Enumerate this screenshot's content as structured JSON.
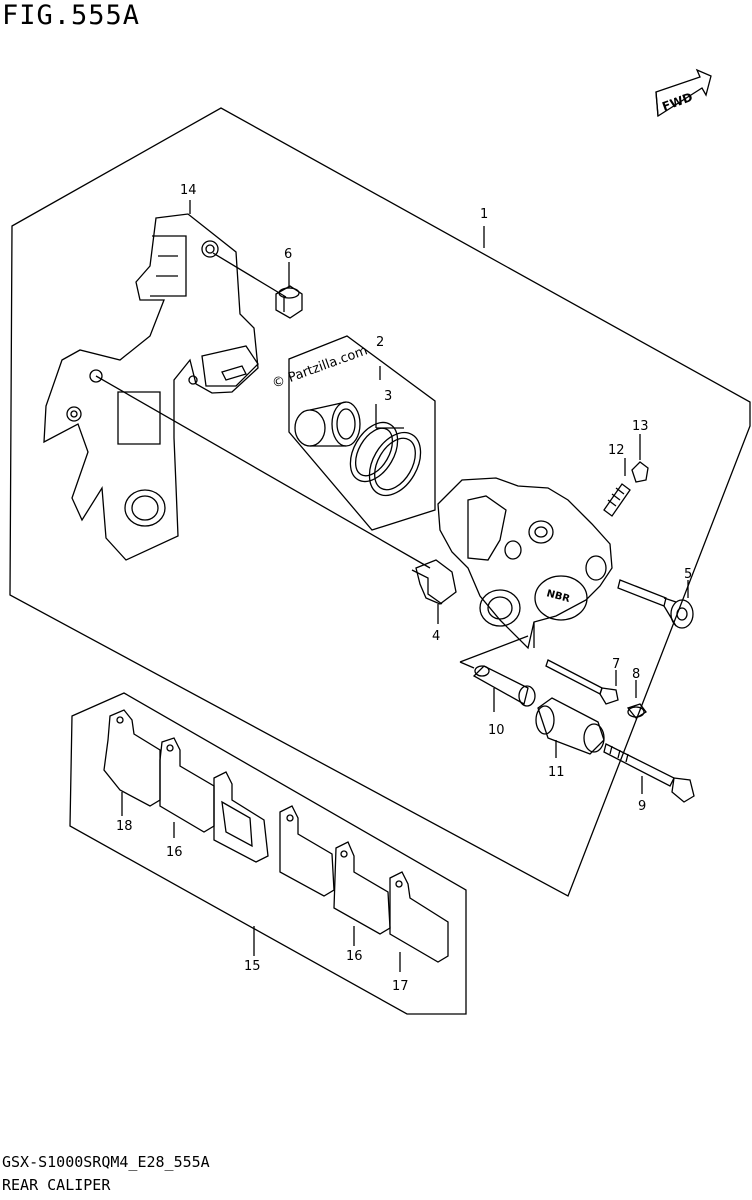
{
  "figure": {
    "title": "FIG.555A",
    "model_code": "GSX-S1000SRQM4_E28_555A",
    "section_name": "REAR CALIPER",
    "watermark": "© Partzilla.com",
    "fwd_label": "FWD"
  },
  "callouts": [
    {
      "id": "c1",
      "label": "1"
    },
    {
      "id": "c2",
      "label": "2"
    },
    {
      "id": "c3",
      "label": "3"
    },
    {
      "id": "c4",
      "label": "4"
    },
    {
      "id": "c5",
      "label": "5"
    },
    {
      "id": "c6",
      "label": "6"
    },
    {
      "id": "c7",
      "label": "7"
    },
    {
      "id": "c8",
      "label": "8"
    },
    {
      "id": "c9",
      "label": "9"
    },
    {
      "id": "c10",
      "label": "10"
    },
    {
      "id": "c11",
      "label": "11"
    },
    {
      "id": "c12",
      "label": "12"
    },
    {
      "id": "c13",
      "label": "13"
    },
    {
      "id": "c14",
      "label": "14"
    },
    {
      "id": "c15",
      "label": "15"
    },
    {
      "id": "c16a",
      "label": "16"
    },
    {
      "id": "c16b",
      "label": "16"
    },
    {
      "id": "c17",
      "label": "17"
    },
    {
      "id": "c18",
      "label": "18"
    }
  ]
}
